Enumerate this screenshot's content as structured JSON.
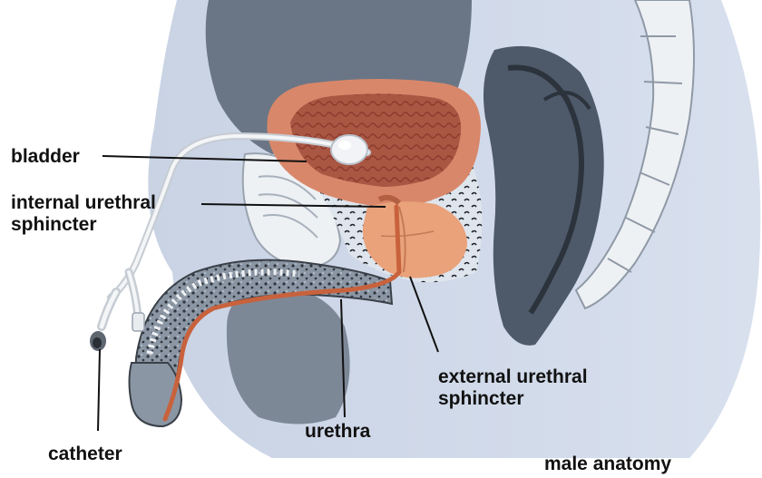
{
  "labels": {
    "bladder": "bladder",
    "internal_line1": "internal urethral",
    "internal_line2": "sphincter",
    "external_line1": "external urethral",
    "external_line2": "sphincter",
    "urethra": "urethra",
    "catheter": "catheter",
    "caption": "male anatomy"
  },
  "colors": {
    "body_fill": "#d4dcec",
    "pelvis_fill": "#5c6878",
    "bladder_wall": "#d9876a",
    "bladder_lumen": "#9c4a3a",
    "prostate": "#e9a27a",
    "urethra": "#c8623d",
    "tissue_dark": "#3a4048",
    "catheter": "#e8ecef",
    "leader_line": "#111111"
  }
}
